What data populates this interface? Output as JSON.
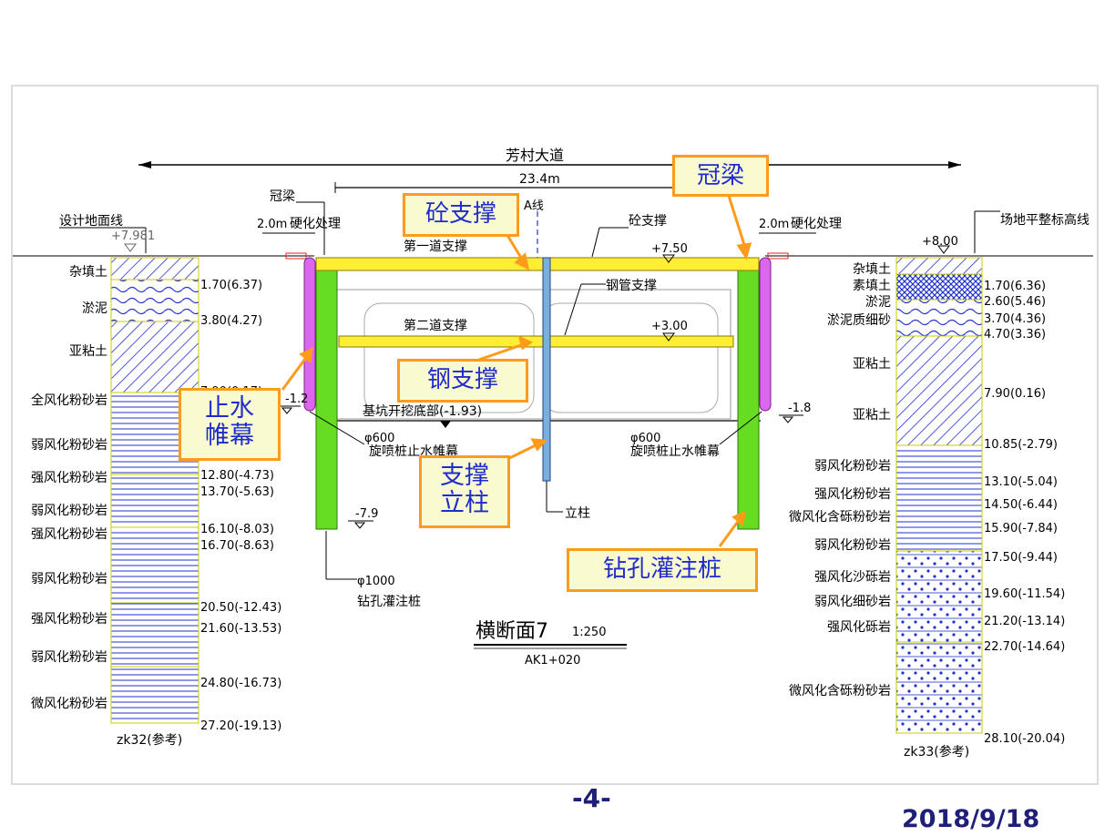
{
  "road_name": "芳村大道",
  "width_label": "23.4m",
  "axis_label": "A线",
  "design_ground_label": "设计地面线",
  "design_ground_elev": "+7.981",
  "site_level_label": "场地平整标高线",
  "site_level_elev": "+8.00",
  "crown_beam_label": "冠梁",
  "hardening_width": "2.0m",
  "hardening_label": "硬化处理",
  "concrete_strut_label": "砼支撑",
  "strut1_label": "第一道支撑",
  "strut1_elev": "+7.50",
  "steel_pipe_strut_label": "钢管支撑",
  "strut2_label": "第二道支撑",
  "strut2_elev": "+3.00",
  "pit_bottom_label": "基坑开挖底部(-1.93)",
  "jet_grout_dia": "φ600",
  "jet_grout_label": "旋喷桩止水帷幕",
  "column_label": "立柱",
  "left_water_level": "-1.2",
  "right_water_level": "-1.8",
  "pile_toe_elev": "-7.9",
  "pile_dia": "φ1000",
  "pile_label": "钻孔灌注桩",
  "section_title": "横断面7",
  "section_scale": "1:250",
  "section_station": "AK1+020",
  "left_borehole": {
    "name": "zk32(参考)",
    "layers": [
      "杂填土",
      "淤泥",
      "亚粘土",
      "全风化粉砂岩",
      "弱风化粉砂岩",
      "强风化粉砂岩",
      "弱风化粉砂岩",
      "强风化粉砂岩",
      "弱风化粉砂岩",
      "强风化粉砂岩",
      "弱风化粉砂岩",
      "微风化粉砂岩"
    ],
    "depths": [
      "1.70(6.37)",
      "3.80(4.27)",
      "7.90(0.17)",
      "12.80(-4.73)",
      "13.70(-5.63)",
      "16.10(-8.03)",
      "16.70(-8.63)",
      "20.50(-12.43)",
      "21.60(-13.53)",
      "24.80(-16.73)",
      "27.20(-19.13)"
    ]
  },
  "right_borehole": {
    "name": "zk33(参考)",
    "layers": [
      "杂填土",
      "素填土",
      "淤泥",
      "淤泥质细砂",
      "亚粘土",
      "亚粘土",
      "弱风化粉砂岩",
      "强风化粉砂岩",
      "微风化含砾粉砂岩",
      "弱风化粉砂岩",
      "强风化沙砾岩",
      "弱风化细砂岩",
      "强风化砾岩",
      "微风化含砾粉砂岩"
    ],
    "depths": [
      "1.70(6.36)",
      "2.60(5.46)",
      "3.70(4.36)",
      "4.70(3.36)",
      "7.90(0.16)",
      "10.85(-2.79)",
      "13.10(-5.04)",
      "14.50(-6.44)",
      "15.90(-7.84)",
      "17.50(-9.44)",
      "19.60(-11.54)",
      "21.20(-13.14)",
      "22.70(-14.64)",
      "28.10(-20.04)"
    ]
  },
  "callouts": {
    "crown_beam": "冠梁",
    "concrete_strut": "砼支撑",
    "steel_strut": "钢支撑",
    "water_curtain_line1": "止水",
    "water_curtain_line2": "帷幕",
    "column_line1": "支撑",
    "column_line2": "立柱",
    "bored_pile": "钻孔灌注桩"
  },
  "page_number": "-4-",
  "date": "2018/9/18",
  "colors": {
    "callout_border": "#ff9b1a",
    "callout_fill": "#fafad0",
    "callout_text": "#1f2ccc",
    "pile_green": "#66dd22",
    "strut_yellow": "#ffee33",
    "curtain_magenta": "#dd66ee",
    "borehole_blue": "#2233cc"
  }
}
